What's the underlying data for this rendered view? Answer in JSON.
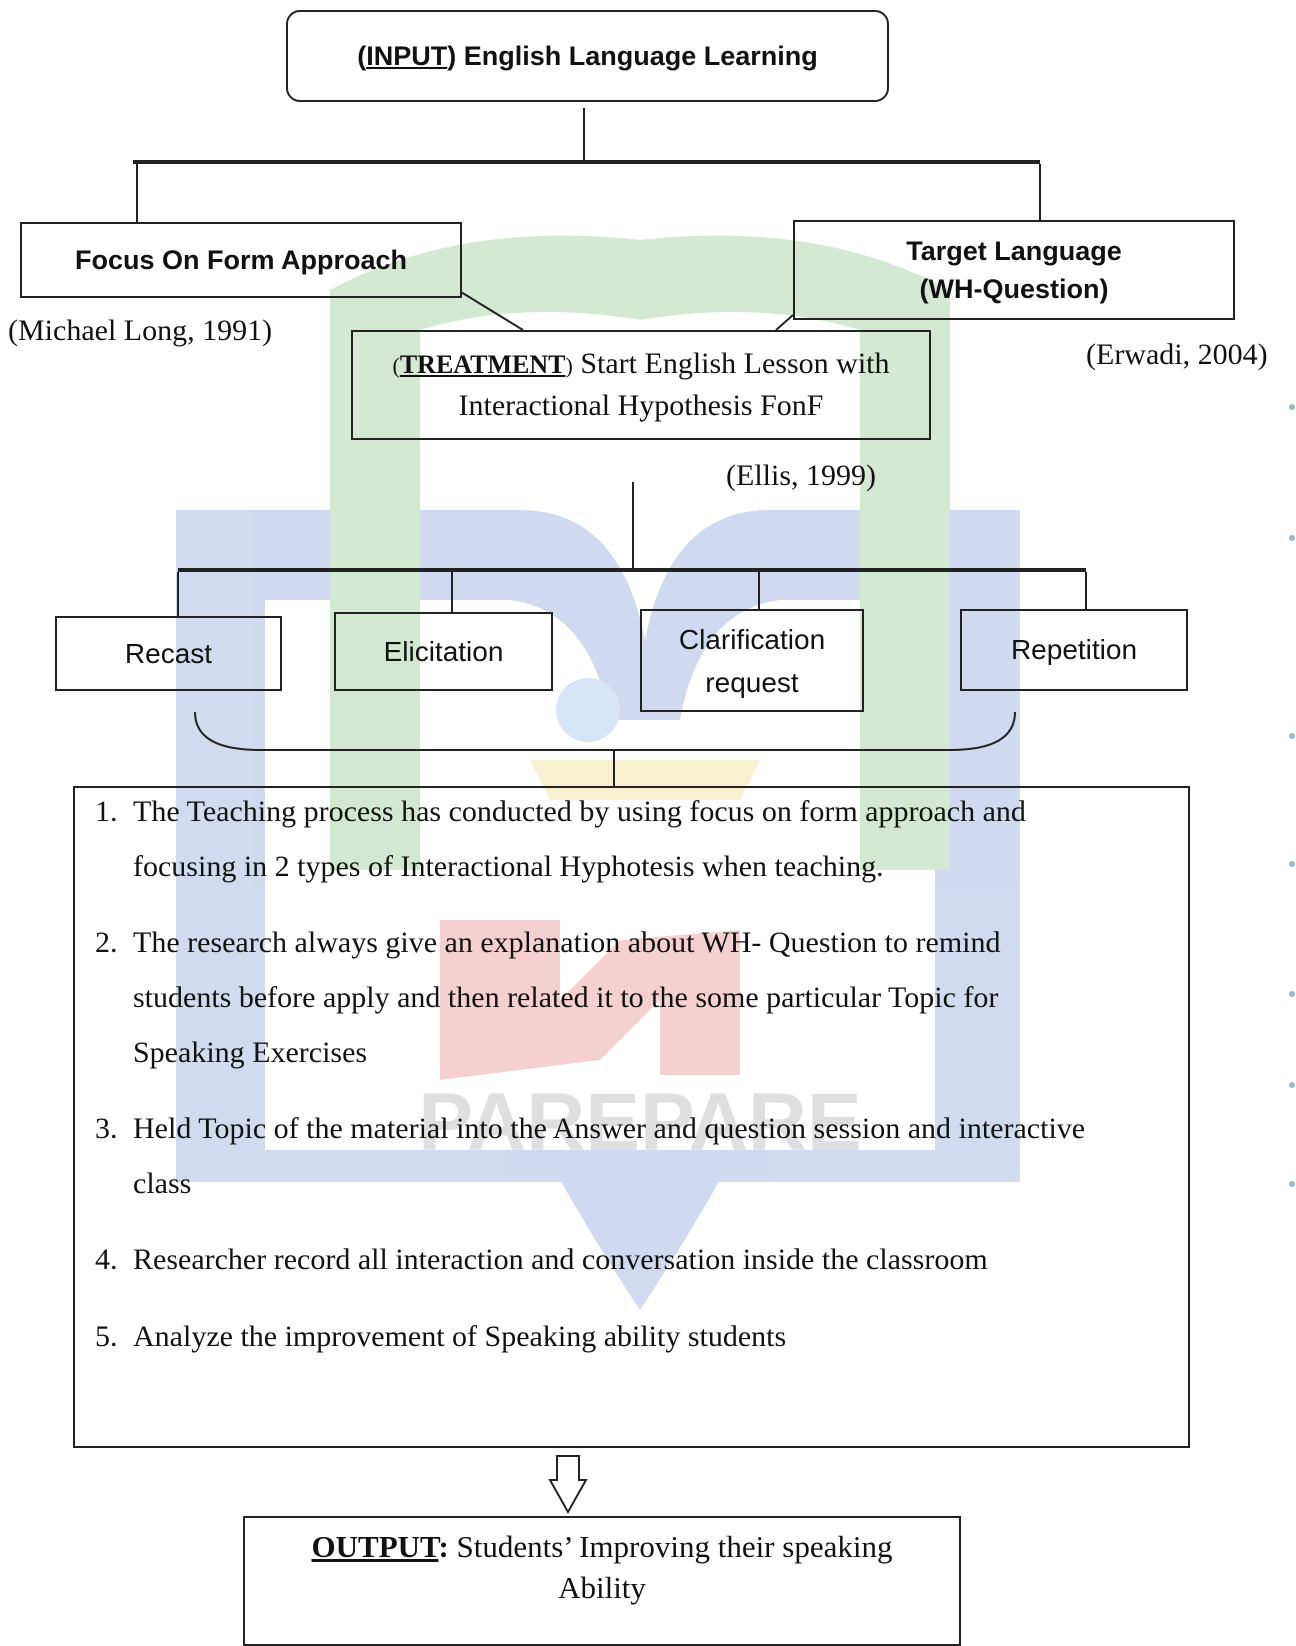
{
  "input": {
    "keyword": "INPUT",
    "text": " English Language Learning"
  },
  "focus_on_form": {
    "label": "Focus On Form Approach",
    "citation": "(Michael Long, 1991)"
  },
  "target_language": {
    "line1": "Target Language",
    "line2": "(WH-Question)",
    "citation": "(Erwadi, 2004)"
  },
  "treatment": {
    "keyword": "TREATMENT",
    "line1_rest": " Start English Lesson with",
    "line2": "Interactional Hypothesis FonF",
    "citation": "(Ellis, 1999)"
  },
  "feedback_types": {
    "recast": "Recast",
    "elicitation": "Elicitation",
    "clarification_1": "Clarification",
    "clarification_2": "request",
    "repetition": "Repetition"
  },
  "process_steps": [
    {
      "num": "1.",
      "lines": [
        "The Teaching process has conducted by using focus on form approach and",
        "focusing in 2  types of Interactional Hyphotesis when teaching."
      ]
    },
    {
      "num": "2.",
      "lines": [
        "The research always give an explanation about WH- Question to remind",
        "students before apply and then related it to the some particular Topic for",
        "Speaking Exercises"
      ]
    },
    {
      "num": "3.",
      "lines": [
        "Held Topic of the material into the Answer and question session and interactive",
        "class"
      ]
    },
    {
      "num": "4.",
      "lines": [
        "Researcher record all interaction and conversation inside the classroom"
      ]
    },
    {
      "num": "5.",
      "lines": [
        "Analyze the improvement of Speaking ability students"
      ]
    }
  ],
  "output": {
    "keyword": "OUTPUT",
    "colon": ":",
    "line1_rest": " Students’ Improving their speaking",
    "line2": "Ability"
  },
  "watermark": {
    "text": "PAREPARE",
    "colors": {
      "green": "#8fbf74",
      "blue": "#8fa8d8",
      "red": "#e59a9a",
      "yellow": "#e8d89a"
    }
  }
}
